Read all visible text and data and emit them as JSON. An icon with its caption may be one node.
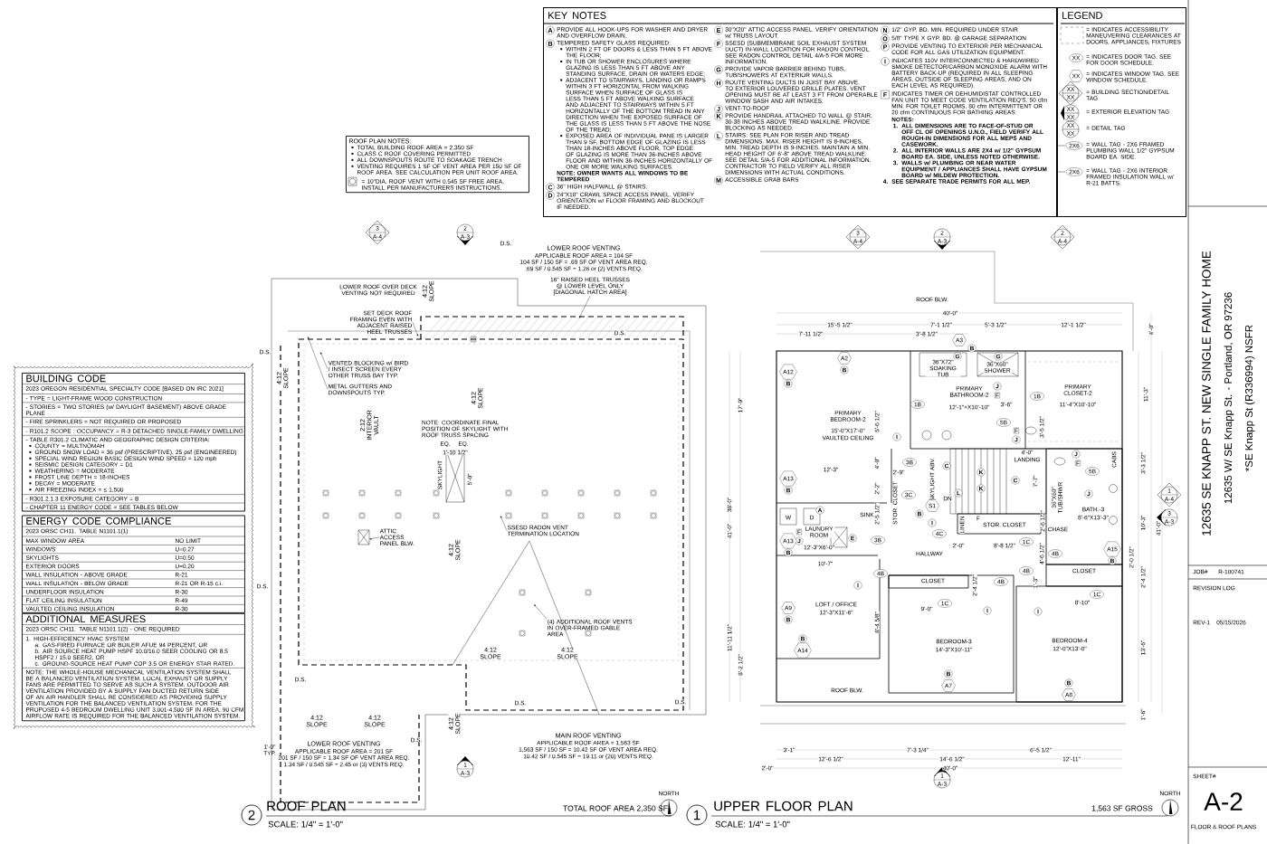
{
  "diagram": {
    "nodes": [
      {
        "text": [
          "KEY NOTES"
        ]
      },
      {
        "text": [
          "A",
          "PROVIDE ALL HOOK-UPS FOR WASHER AND DRYER AND OVERFLOW DRAIN."
        ],
        "in": 0
      },
      {
        "text": [
          "B",
          "TEMPERED SAFETY GLASS REQUIRED:",
          "WITHIN 2 FT OF DOORS & LESS THAN 5 FT ABOVE THE FLOOR;",
          "IN TUB OR SHOWER ENCLOSURES WHERE GLAZING IS LESS THAN 5 FT ABOVE ANY STANDING SURFACE, DRAIN OR WATERS EDGE;",
          "ADJACENT TO STAIRWAYS, LANDING OR RAMPS WITHIN 3 FT HORIZONTAL FROM WALKING SURFACE WHEN SURFACE OF GLASS IS LESS THAN 5 FT ABOVE WALKING SURFACE AND ADJACENT TO STAIRWAYS WITHIN 5 FT HORIZONTALLY OF THE BOTTOM TREAD IN ANY DIRECTION WHEN THE EXPOSED SURFACE OF THE GLASS IS LESS THAN 5 FT ABOVE THE NOSE OF THE TREAD;",
          "EXPOSED AREA OF INDIVIDUAL PANE IS LARGER THAN 9 SF, BOTTOM EDGE OF GLAZING IS LESS THAN 18-INCHES ABOVE FLOOR, TOP EDGE OF GLAZING IS MORE THAN 36-INCHES ABOVE FLOOR AND WITHIN 36-INCHES HORIZONTALLY OF ONE OR MORE WALKING SURFACES.",
          "NOTE: OWNER WANTS ALL WINDOWS TO BE TEMPERED"
        ],
        "in": 0
      },
      {
        "text": [
          "C",
          "36\" HIGH HALFWALL @ STAIRS."
        ],
        "in": 0
      },
      {
        "text": [
          "D",
          "24\"X18\" CRAWL SPACE ACCESS PANEL. VERIFY ORIENTATION w/ FLOOR FRAMING AND BLOCKOUT IF NEEDED."
        ],
        "in": 0
      },
      {
        "text": [
          "E",
          "30\"X20\" ATTIC ACCESS PANEL. VERIFY ORIENTATION w/ TRUSS LAYOUT."
        ],
        "in": 0
      },
      {
        "text": [
          "F",
          "SSESD (SUBMEMBRANE SOIL EXHAUST SYSTEM DUCT) IN-WALL LOCATION FOR RADON CONTROL. SEE RADON CONTROL DETAIL 4/A-5 FOR MORE INFORMATION."
        ],
        "in": 0
      },
      {
        "text": [
          "G",
          "PROVIDE VAPOR BARRIER BEHIND TUBS, TUB/SHOWERS AT EXTERIOR WALLS."
        ],
        "in": 0
      },
      {
        "text": [
          "H",
          "ROUTE VENTING DUCTS IN JOIST BAY ABOVE. TO EXTERIOR LOUVERED GRILLE PLATES. VENT OPENING MUST BE AT LEAST 3 FT FROM OPERABLE WINDOW SASH AND AIR INTAKES."
        ],
        "in": 0
      },
      {
        "text": [
          "J",
          "VENT-TO-ROOF"
        ],
        "in": 0
      },
      {
        "text": [
          "K",
          "PROVIDE HANDRAIL ATTACHED TO WALL @ STAIR, 30-38 INCHES ABOVE TREAD WALKLINE. PROVIDE BLOCKING AS NEEDED."
        ],
        "in": 0
      },
      {
        "text": [
          "L",
          "STAIRS: SEE PLAN FOR RISER AND TREAD DIMENSIONS. MAX. RISER HEIGHT IS 8-INCHES, MIN. TREAD DEPTH IS 9-INCHES. MAINTAIN A MIN. HEAD HEIGHT OF 6'-8\" ABOVE TREAD WALKLINE. SEE DETAIL 5/A-5 FOR ADDITIONAL INFORMATION. CONTRACTOR TO FIELD VERIFY ALL RISER DIMENSIONS WITH ACTUAL CONDITIONS."
        ],
        "in": 0
      },
      {
        "text": [
          "M",
          "ACCESSIBLE GRAB BARS"
        ],
        "in": 0
      },
      {
        "text": [
          "N",
          "1/2\" GYP. BD. MIN. REQUIRED UNDER STAIR"
        ],
        "in": 0
      },
      {
        "text": [
          "O",
          "5/8\" TYPE X GYP. BD. @ GARAGE SEPARATION"
        ],
        "in": 0
      },
      {
        "text": [
          "P",
          "PROVIDE VENTING TO EXTERIOR PER MECHANICAL CODE FOR ALL GAS UTILIZATION EQUIPMENT."
        ],
        "in": 0
      },
      {
        "text": [
          "I",
          "INDICATES 110V INTERCONNECTED & HARDWIRED SMOKE DETECTOR/CARBON MONOXIDE ALARM WITH BATTERY BACK-UP (REQUIRED IN ALL SLEEPING AREAS, OUTSIDE OF SLEEPING AREAS, AND ON EACH LEVEL AS REQUIRED)."
        ],
        "in": 0
      },
      {
        "text": [
          "F",
          "INDICATES TIMER OR DEHUMIDISTAT CONTROLLED FAN UNIT TO MEET CODE VENTILATION REQ'S. 50 cfm MIN. FOR TOILET ROOMS, 80 cfm INTERMITTENT OR 20 cfm CONTINUOUS FOR BATHING AREAS."
        ],
        "in": 0
      },
      {
        "text": [
          "NOTES:",
          "1.",
          "ALL DIMENSIONS ARE TO FACE-OF-STUD OR OFF CL OF OPENINGS U.N.O., FIELD VERIFY ALL ROUGH-IN DIMENSIONS FOR ALL MEPS AND CASEWORK.",
          "2.",
          "ALL INTERIOR WALLS ARE 2X4 w/ 1/2\" GYPSUM BOARD EA. SIDE, UNLESS NOTED OTHERWISE.",
          "3.",
          "WALLS w/ PLUMBING OR NEAR WATER EQUIPMENT / APPLIANCES SHALL HAVE GYPSUM BOARD w/ MILDEW PROTECTION.",
          "4.",
          "SEE SEPARATE TRADE PERMITS FOR ALL MEP."
        ],
        "in": 0
      },
      {
        "text": [
          "LEGEND"
        ]
      },
      {
        "text": [
          "BUILDING CODE",
          "2023 OREGON RESIDENTIAL SPECIALTY CODE [BASED ON IRC 2021]",
          "- TYPE = LIGHT-FRAME WOOD CONSTRUCTION",
          "- STORIES = TWO STORIES (w/ DAYLIGHT BASEMENT) ABOVE GRADE PLANE",
          "- FIRE SPRINKLERS = NOT REQUIRED OR PROPOSED",
          "- R101.2 SCOPE : OCCUPANCY = R-3 DETACHED SINGLE-FAMILY DWELLING",
          "- TABLE R301.2 CLIMATIC AND GEOGRAPHIC DESIGN CRITERIA:",
          "COUNTY = MULTNOMAH",
          "GROUND SNOW LOAD = 36 psf (PRESCRIPTIVE), 25 psf (ENGINEERED)",
          "SPECIAL WIND REGION BASIC DESIGN WIND SPEED = 120 mph",
          "SEISMIC DESIGN CATEGORY = D1",
          "WEATHERING = MODERATE",
          "FROST LINE DEPTH = 18-INCHES",
          "DECAY = MODERATE",
          "AIR FREEZING INDEX = ≤ 1,500",
          "- R301.2.1.3 EXPOSURE CATEGORY = B",
          "- CHAPTER 11 ENERGY CODE = SEE TABLES BELOW"
        ]
      },
      {
        "text": [
          "ENERGY CODE COMPLIANCE",
          "2023 ORSC CH11. TABLE N1101.1(1)",
          "MAX WINDOW AREA",
          "NO LIMIT",
          "WINDOWS",
          "U=0.27",
          "SKYLIGHTS",
          "U=0.50",
          "EXTERIOR DOORS",
          "U=0.20",
          "WALL INSULATION - ABOVE GRADE",
          "R-21",
          "WALL INSULATION - BELOW GRADE",
          "R-21 OR R-15 c.i.",
          "UNDERFLOOR INSULATION",
          "R-30",
          "FLAT CEILING INSULATION",
          "R-49",
          "VAULTED CEILING INSULATION",
          "R-30"
        ]
      },
      {
        "text": [
          "ADDITIONAL MEASURES",
          "2023 ORSC CH11. TABLE N1101.1(2) - ONE REQUIRED",
          "1. HIGH-EFFICIENCY HVAC SYSTEM",
          "a. GAS-FIRED FURNACE OR BOILER AFUE 94 PERCENT, OR",
          "b. AIR SOURCE HEAT PUMP HSPF 10.0/16.0 SEER COOLING OR 8.5 HSPF2 / 15.0 SEER2, OR",
          "c. GROUND-SOURCE HEAT PUMP COP 3.5 OR ENERGY STAR RATED.",
          "NOTE: THE WHOLE-HOUSE MECHANICAL VENTILATION SYSTEM SHALL BE A BALANCED VENTILATION SYSTEM. LOCAL EXHAUST OR SUPPLY FANS ARE PERMITTED TO SERVE AS SUCH A SYSTEM. OUTDOOR AIR VENTILATION PROVIDED BY A SUPPLY FAN DUCTED RETURN SIDE OF AN AIR HANDLER SHALL BE CONSIDERED AS PROVIDING SUPPLY VENTILATION FOR THE BALANCED VENTILATION SYSTEM. FOR THE PROPOSED 4-5 BEDROOM DWELLING UNIT 3,001-4,500 SF IN AREA, 90 CFM AIRFLOW RATE IS REQUIRED FOR THE BALANCED VENTILATION SYSTEM."
        ]
      },
      {
        "text": [
          "ROOF PLAN NOTES:",
          "TOTAL BUILDING ROOF AREA = 2,350 SF",
          "CLASS C ROOF COVERING PERMITTED",
          "ALL DOWNSPOUTS ROUTE TO SOAKAGE TRENCH",
          "VENTING REQUIRES 1 SF OF VENT AREA PER 150 SF OF ROOF AREA. SEE CALCULATION PER UNIT ROOF AREA.",
          "= 10\"DIA. ROOF VENT WITH 0.545 SF FREE AREA, INSTALL PER MANUFACTURERS INSTRUCTIONS."
        ]
      },
      {
        "text": [
          "SET DECK ROOF FRAMING EVEN WITH ADJACENT RAISED HEEL TRUSSES"
        ]
      },
      {
        "text": [
          "VENTED BLOCKING w/ BIRD / INSECT SCREEN EVERY OTHER TRUSS BAY TYP."
        ]
      },
      {
        "text": [
          "METAL GUTTERS AND DOWNSPOUTS TYP."
        ]
      },
      {
        "text": [
          "ATTIC ACCESS PANEL BLW."
        ]
      },
      {
        "text": [
          "SSESD RADON VENT TERMINATION LOCATION"
        ]
      },
      {
        "text": [
          "(4) ADDITIONAL ROOF VENTS IN OVER-FRAMED GABLE AREA"
        ]
      },
      {
        "text": [
          "16\" RAISED HEEL TRUSSES @ LOWER LEVEL ONLY [DIAGONAL HATCH AREA]"
        ]
      }
    ],
    "edges": [
      {
        "from": 24,
        "to": null,
        "arrow": "to"
      },
      {
        "from": 25,
        "to": null,
        "arrow": "to"
      },
      {
        "from": 26,
        "to": null,
        "arrow": "to"
      },
      {
        "from": 27,
        "to": null,
        "arrow": "to"
      },
      {
        "from": 28,
        "to": null,
        "arrow": "to"
      },
      {
        "from": 29,
        "to": null,
        "arrow": "to"
      },
      {
        "from": 30,
        "to": null,
        "arrow": "to"
      }
    ],
    "labels": [
      "XX",
      "XX",
      "XX",
      "XX",
      "XX",
      "XX",
      "XX",
      "XX",
      "2X6",
      "2X6",
      "3",
      "A-4",
      "2",
      "A-3",
      "D.S.",
      "LOWER ROOF OVER DECK VENTING NOT REQUIRED",
      "4:12 SLOPE",
      "D.S.",
      "4:12 SLOPE",
      "4:12 SLOPE",
      "2:12 INTERIOR VAULT",
      "NOTE: COORDINATE FINAL POSITION OF SKYLIGHT WITH ROOF TRUSS SPACING",
      "EQ.",
      "EQ.",
      "1'-10 1/2\"",
      "SKYLIGHT",
      "5'-0\"",
      "4:12 SLOPE",
      "4:12 SLOPE",
      "4:12 SLOPE",
      "D.S.",
      "D.S.",
      "D.S.",
      "D.S.",
      "4:12 SLOPE",
      "4:12 SLOPE",
      "4:12 SLOPE",
      "D.S.",
      "1'-0\" TYP.",
      "D.S.",
      "LOWER ROOF VENTING",
      "APPLICABLE ROOF AREA = 201 SF",
      "201 SF / 150 SF = 1.34 SF OF VENT AREA REQ.",
      "1.34 SF / 0.545 SF = 2.45 or (3) VENTS REQ.",
      "MAIN ROOF VENTING",
      "APPLICABLE ROOF AREA = 1,563 SF",
      "1,563 SF / 150 SF = 10.42 SF OF VENT AREA REQ.",
      "10.42 SF / 0.545 SF = 19.11 or (20) VENTS REQ.",
      "LOWER ROOF VENTING",
      "APPLICABLE ROOF AREA = 104 SF",
      "104 SF / 150 SF = .69 SF OF VENT AREA REQ.",
      ".69 SF / 0.545 SF = 1.26 or (2) VENTS REQ.",
      "1",
      "A-3",
      "3",
      "A-4",
      "2",
      "A-3",
      "2",
      "A-4",
      "ROOF BLW.",
      "40'-0\"",
      "15'-5 1/2\"",
      "7'-1 1/2\"",
      "5'-3 1/2\"",
      "12'-1 1/2\"",
      "4'-0\"",
      "7'-11 1/2\"",
      "3'-8 1/2\"",
      "A3",
      "B",
      "A2",
      "B",
      "G",
      "36\"X72\" SOAKING TUB",
      "G",
      "36\"X60\" SHOWER",
      "A12",
      "B",
      "1B",
      "PRIMARY BATHROOM-2",
      "12'-1\"+X10'-10\"",
      "J",
      "F",
      "3'-6\"",
      "1B",
      "PRIMARY CLOSET-2",
      "11'-4\"X10'-10\"",
      "11'-3\"",
      "PRIMARY BEDROOM-2",
      "15'-0\"X17'-0\"",
      "VAULTED CEILING",
      "5'-6 1/2\"",
      "I",
      "5B",
      "F",
      "J",
      "3'-5 1/2\"",
      "4'-0\"",
      "LANDING",
      "J",
      "F",
      "CABS",
      "5B",
      "3'-3 1/2\"",
      "12'-3\"",
      "4'-0\"",
      "2'-9\"",
      "3B",
      "A13",
      "B",
      "C",
      "K",
      "C",
      "K",
      "SKYLIGHT ABV.",
      "7'-7\"",
      "2'-2\"",
      "3C",
      "DN",
      "L",
      "36\"X60\" TUB/SHWR",
      "J",
      "1",
      "A-4",
      "STOR. CLOSET",
      "W",
      "D",
      "A",
      "SINK",
      "2'-5 1/2\"",
      "B",
      "S1",
      "I",
      "LINEN",
      "F",
      "STOR. CLOSET",
      "2'-6 1/2\"",
      "CHASE",
      "BATH.-3",
      "8'-6\"X13'-3\"",
      "10'-3\"",
      "41'-0\"",
      "3",
      "A-3",
      "F",
      "J",
      "LAUNDRY ROOM",
      "12'-3\"X6'-0\"",
      "E",
      "A13",
      "B",
      "3B",
      "4C",
      "2'-0\"",
      "8'-8 1/2\"",
      "1C",
      "HALLWAY",
      "4'-6 1/2\"",
      "4B",
      "A15",
      "B",
      "2'-0 1/2\"",
      "10'-7\"",
      "4B",
      "CLOSET",
      "4B",
      "2'-4 1/2\"",
      "CLOSET",
      "4B",
      "2'-4 1/2\"",
      "1'-3\"",
      "I",
      "1C",
      "A9",
      "LOFT / OFFICE",
      "12'-3\"X11'-6\"",
      "9'-0\"",
      "1C",
      "I",
      "I",
      "8'-10\"",
      "B",
      "8'-4 5/8\"",
      "B",
      "A14",
      "BEDROOM-3",
      "14'-3\"X10'-11\"",
      "BEDROOM-4",
      "12'-0\"X13'-0\"",
      "13'-6\"",
      "B",
      "A7",
      "B",
      "A8",
      "ROOF BLW.",
      "1'-6\"",
      "3'-1\"",
      "7'-3 1/4\"",
      "6'-5 1/2\"",
      "12'-6 1/2\"",
      "14'-6 1/2\"",
      "12'-11\"",
      "2'-0\"",
      "40'-0\"",
      "1",
      "A-3",
      "17'-9\"",
      "38'-0\"",
      "41'-0\"",
      "11'-11 1/2\"",
      "8'-2 1/2\"",
      "12635 SE KNAPP ST. NEW SINGLE FAMILY HOME",
      "12635 W/ SE Knapp St. - Portland, OR 97236",
      "*SE Knapp St (R336994) NSFR",
      "JOB#",
      "R-100741",
      "REVISION LOG",
      "REV-1",
      "05/15/2026",
      "SHEET#",
      "A-2",
      "FLOOR & ROOF PLANS",
      "2",
      "ROOF PLAN",
      "SCALE: 1/4\" = 1'-0\"",
      "TOTAL ROOF AREA 2,350 SF",
      "NORTH",
      "1",
      "UPPER FLOOR PLAN",
      "SCALE: 1/4\" = 1'-0\"",
      "1,563 SF GROSS",
      "NORTH"
    ],
    "legend": [
      {
        "text": "= INDICATES ACCESSIBILITY MANEUVERING CLEARANCES AT DOORS, APPLIANCES, FIXTURES"
      },
      {
        "text": "= INDICATES DOOR TAG. SEE FOR DOOR SCHEDULE."
      },
      {
        "text": "= INDICATES WINDOW TAG. SEE WINDOW SCHEDULE."
      },
      {
        "text": "= BUILDING SECTION/DETAIL TAG"
      },
      {
        "text": "= EXTERIOR ELEVATION TAG"
      },
      {
        "text": "= DETAIL TAG"
      },
      {
        "text": "= WALL TAG - 2X6 FRAMED PLUMBING WALL 1/2\" GYPSUM BOARD EA. SIDE."
      },
      {
        "text": "= WALL TAG - 2X6 INTERIOR FRAMED INSULATION WALL w/ R-21 BATTS."
      }
    ]
  }
}
